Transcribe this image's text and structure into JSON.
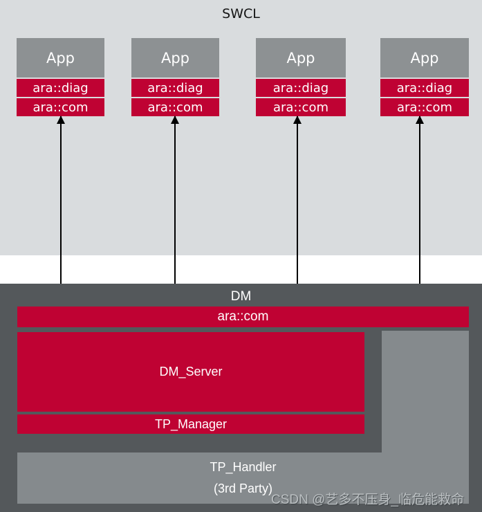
{
  "swcl": {
    "title": "SWCL",
    "apps": [
      {
        "title": "App",
        "layers": [
          "ara::diag",
          "ara::com"
        ]
      },
      {
        "title": "App",
        "layers": [
          "ara::diag",
          "ara::com"
        ]
      },
      {
        "title": "App",
        "layers": [
          "ara::diag",
          "ara::com"
        ]
      },
      {
        "title": "App",
        "layers": [
          "ara::diag",
          "ara::com"
        ]
      }
    ]
  },
  "dm": {
    "title": "DM",
    "com_label": "ara::com",
    "server_label": "DM_Server",
    "tp_manager_label": "TP_Manager",
    "tp_handler_line1": "TP_Handler",
    "tp_handler_line2": "(3rd Party)"
  },
  "watermark": {
    "text": "CSDN @艺多不压身_临危能救命"
  },
  "colors": {
    "swcl_bg": "#d9dcde",
    "app_header_gray": "#8d9193",
    "accent_red": "#bf0233",
    "dm_bg": "#54585b",
    "handler_gray": "#858a8d",
    "connector_black": "#000000",
    "watermark_gray": "#c5c9cc"
  }
}
